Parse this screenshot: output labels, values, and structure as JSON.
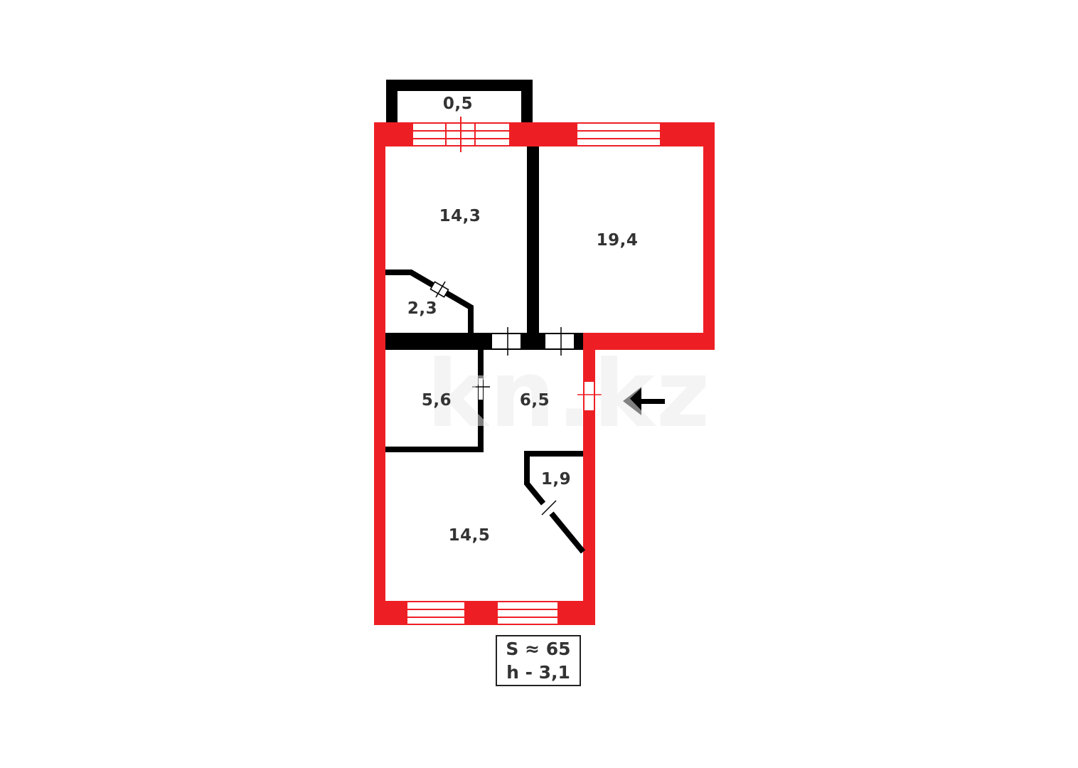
{
  "plan": {
    "colors": {
      "exterior_wall": "#ee1f24",
      "interior_wall": "#000000",
      "text": "#333333",
      "background": "#ffffff"
    },
    "rooms": [
      {
        "id": "balcony",
        "area": "0,5"
      },
      {
        "id": "room-left-top",
        "area": "14,3"
      },
      {
        "id": "room-right-top",
        "area": "19,4"
      },
      {
        "id": "storage-closet",
        "area": "2,3"
      },
      {
        "id": "bathroom",
        "area": "5,6"
      },
      {
        "id": "hallway",
        "area": "6,5"
      },
      {
        "id": "closet-lower",
        "area": "1,9"
      },
      {
        "id": "kitchen",
        "area": "14,5"
      }
    ],
    "summary": {
      "total_area": "S ≈ 65",
      "ceiling_height": "h - 3,1"
    },
    "watermark": "kn.kz",
    "entrance_icon": "arrow-left-icon"
  }
}
